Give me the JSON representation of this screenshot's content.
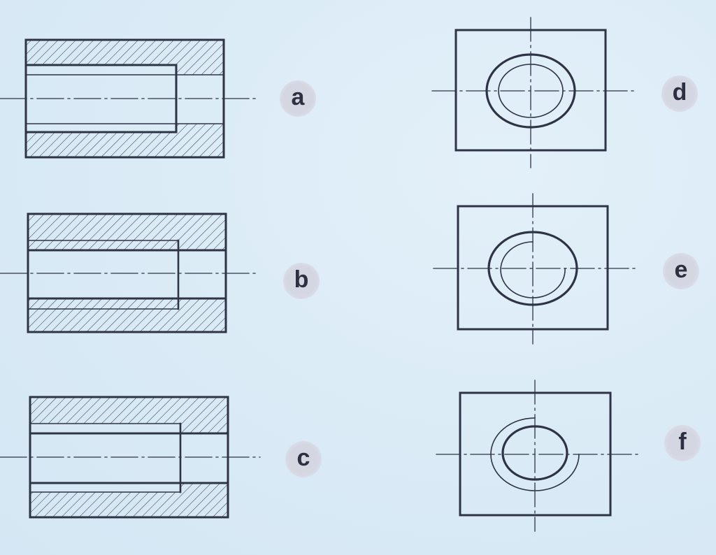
{
  "figure": {
    "title": "",
    "background_color": "#dcecf7",
    "line_color": "#2e3346",
    "badge_color": "#d4d6e2"
  },
  "views": [
    {
      "id": "a",
      "label": "a",
      "type": "section-view",
      "description": "sectioned bushing, counterbore shown with thick outline, bore with thin lines"
    },
    {
      "id": "b",
      "label": "b",
      "type": "section-view",
      "description": "sectioned bushing, bore with thick lines, counterbore thin with hatching inside"
    },
    {
      "id": "c",
      "label": "c",
      "type": "section-view",
      "description": "sectioned bushing, bore with thick lines, counterbore thin lines unhatched"
    },
    {
      "id": "d",
      "label": "d",
      "type": "end-view",
      "description": "square end view with thick outer circle and thin full inner circle"
    },
    {
      "id": "e",
      "label": "e",
      "type": "end-view",
      "description": "square end view with thick outer circle and thin three-quarter inner arc"
    },
    {
      "id": "f",
      "label": "f",
      "type": "end-view",
      "description": "square end view with thick inner circle and thin three-quarter outer arc"
    }
  ]
}
